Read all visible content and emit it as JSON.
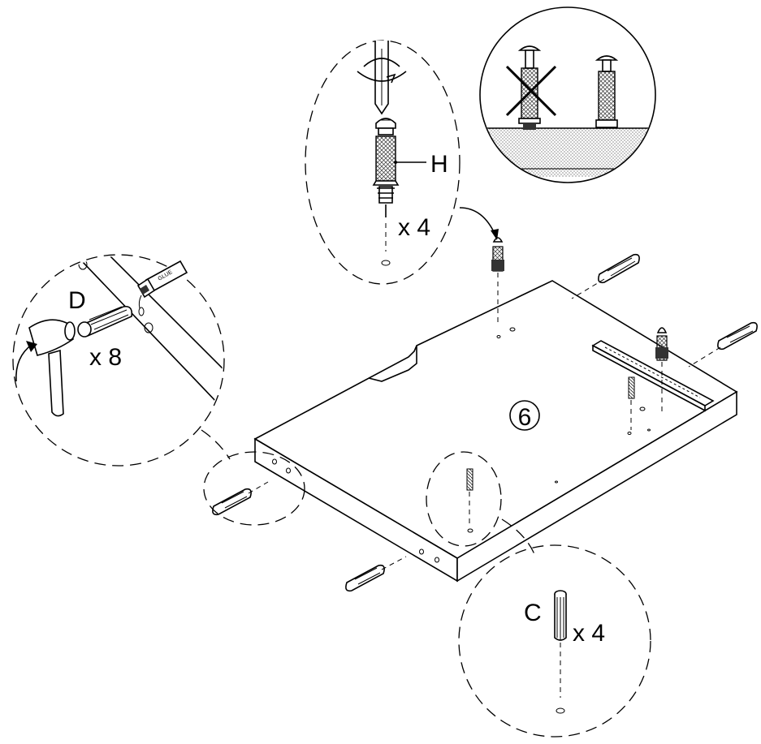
{
  "step_number": "6",
  "callouts": {
    "hardware_h": {
      "letter": "H",
      "quantity": "x 4"
    },
    "dowel_d": {
      "letter": "D",
      "quantity": "x 8"
    },
    "dowel_c": {
      "letter": "C",
      "quantity": "x 4"
    },
    "glue_label": "GLUE"
  },
  "colors": {
    "ink": "#000000",
    "paper": "#ffffff",
    "hatch": "#555555"
  },
  "icons": [
    "screwdriver-icon",
    "hammer-icon",
    "glue-bottle-icon",
    "wrong-cross-icon"
  ]
}
